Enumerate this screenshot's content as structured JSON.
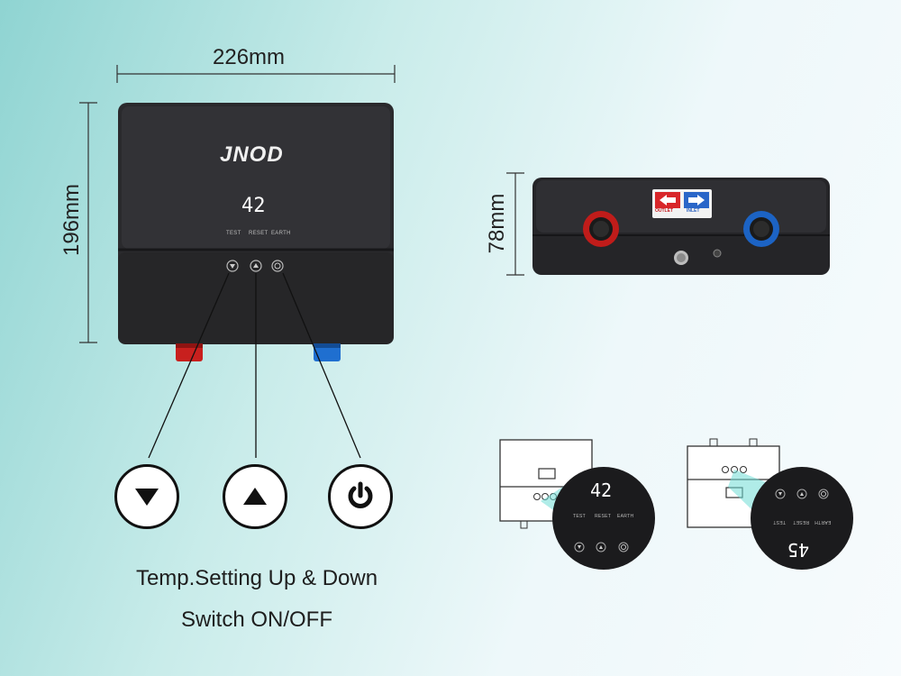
{
  "dimensions": {
    "front_width": "226mm",
    "front_height": "196mm",
    "side_depth": "78mm"
  },
  "heater": {
    "brand": "JNOD",
    "display_value": "42",
    "labels": [
      "TEST",
      "RESET",
      "EARTH"
    ]
  },
  "side_unit": {
    "outlet_label": "OUTLET",
    "inlet_label": "INLET"
  },
  "buttons": [
    {
      "icon": "triangle-down-icon"
    },
    {
      "icon": "triangle-up-icon"
    },
    {
      "icon": "power-icon"
    }
  ],
  "captions": {
    "line1": "Temp.Setting Up & Down",
    "line2": "Switch ON/OFF"
  },
  "detail_views": [
    {
      "display_value": "42",
      "labels": [
        "TEST",
        "RESET",
        "EARTH"
      ]
    },
    {
      "display_value": "45",
      "labels": [
        "TEST",
        "RESET",
        "EARTH"
      ]
    }
  ],
  "colors": {
    "body": "#2b2b2e",
    "hot": "#c8201e",
    "cold": "#1f6fd0"
  }
}
